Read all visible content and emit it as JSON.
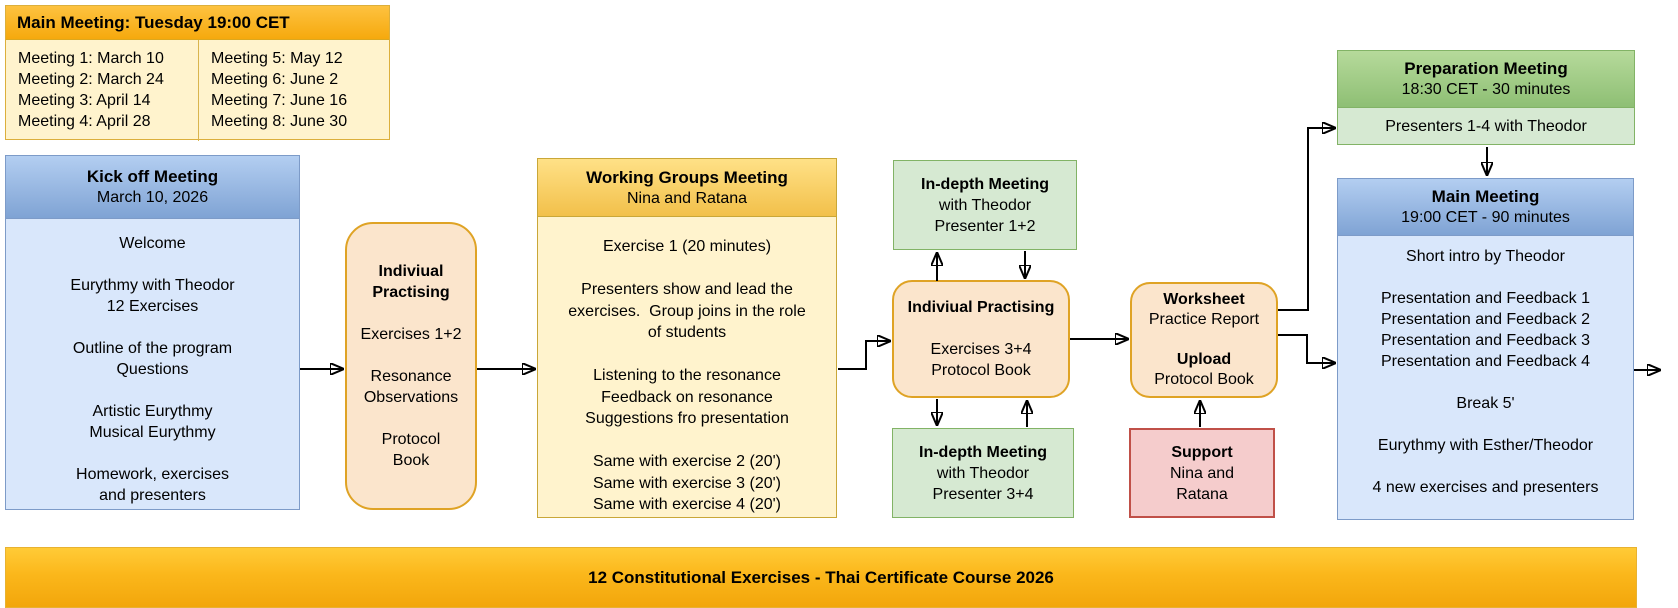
{
  "schedule_panel": {
    "title": "Main Meeting: Tuesday 19:00 CET",
    "column1": [
      "Meeting 1: March 10",
      "Meeting 2: March 24",
      "Meeting 3: April 14",
      "Meeting 4: April 28"
    ],
    "column2": [
      "Meeting 5: May 12",
      "Meeting 6: June 2",
      "Meeting 7: June 16",
      "Meeting 8: June 30"
    ]
  },
  "kickoff": {
    "title": "Kick off Meeting",
    "subtitle": "March 10, 2026",
    "lines": [
      "Welcome",
      "",
      "Eurythmy with Theodor",
      "12 Exercises",
      "",
      "Outline of the program",
      "Questions",
      "",
      "Artistic Eurythmy",
      "Musical Eurythmy",
      "",
      "Homework, exercises",
      "and presenters"
    ]
  },
  "practising1": {
    "title_line1": "Indiviual",
    "title_line2": "Practising",
    "lines": [
      "",
      "Exercises 1+2",
      "",
      "Resonance",
      "Observations",
      "",
      "Protocol",
      "Book"
    ]
  },
  "working_groups": {
    "title": "Working Groups Meeting",
    "subtitle": "Nina and Ratana",
    "lines": [
      "Exercise 1 (20 minutes)",
      "",
      "Presenters show and lead the",
      "exercises.  Group joins in the role",
      "of students",
      "",
      "Listening to the resonance",
      "Feedback on resonance",
      "Suggestions fro presentation",
      "",
      "Same with exercise 2 (20')",
      "Same with exercise 3 (20')",
      "Same with exercise 4 (20')"
    ]
  },
  "indepth_top": {
    "title": "In-depth Meeting",
    "lines": [
      "with Theodor",
      "Presenter 1+2"
    ]
  },
  "practising2": {
    "title": "Indiviual Practising",
    "lines": [
      "",
      "Exercises 3+4",
      "Protocol Book"
    ]
  },
  "indepth_bottom": {
    "title": "In-depth Meeting",
    "lines": [
      "with Theodor",
      "Presenter 3+4"
    ]
  },
  "worksheet": {
    "line1": "Worksheet",
    "line2": "Practice Report",
    "line3": "Upload",
    "line4": "Protocol Book"
  },
  "support": {
    "title": "Support",
    "lines": [
      "Nina and",
      "Ratana"
    ]
  },
  "preparation": {
    "title": "Preparation Meeting",
    "subtitle": "18:30 CET - 30 minutes",
    "body": "Presenters 1-4 with Theodor"
  },
  "main_meeting": {
    "title": "Main Meeting",
    "subtitle": "19:00 CET - 90 minutes",
    "lines": [
      "Short intro by Theodor",
      "",
      "Presentation and Feedback 1",
      "Presentation and Feedback 2",
      "Presentation and Feedback 3",
      "Presentation and Feedback 4",
      "",
      "Break 5'",
      "",
      "Eurythmy with Esther/Theodor",
      "",
      "4 new exercises and presenters"
    ]
  },
  "banner": {
    "text": "12 Constitutional Exercises - Thai Certificate Course 2026"
  },
  "colors": {
    "gold_header": "#F6A90D",
    "light_yellow": "#FFF3CD",
    "blue_header": "#7FA3D4",
    "light_blue": "#D9E7FB",
    "green_fill": "#D6E9D2",
    "green_border": "#82B366",
    "orange_fill": "#FBE5CC",
    "orange_border": "#DFA325",
    "pink_fill": "#F5CCCC",
    "pink_border": "#C05048",
    "arrow": "#000000"
  }
}
